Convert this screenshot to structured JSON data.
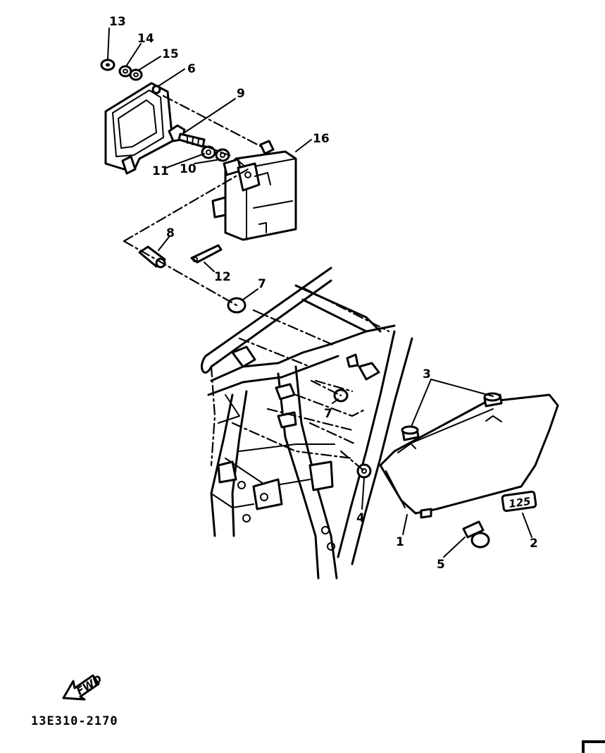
{
  "callouts": [
    {
      "id": "1",
      "label": "1"
    },
    {
      "id": "2",
      "label": "2"
    },
    {
      "id": "3",
      "label": "3"
    },
    {
      "id": "4",
      "label": "4"
    },
    {
      "id": "5",
      "label": "5"
    },
    {
      "id": "6",
      "label": "6"
    },
    {
      "id": "7a",
      "label": "7"
    },
    {
      "id": "7b",
      "label": "7"
    },
    {
      "id": "8",
      "label": "8"
    },
    {
      "id": "9",
      "label": "9"
    },
    {
      "id": "10",
      "label": "10"
    },
    {
      "id": "11",
      "label": "11"
    },
    {
      "id": "12",
      "label": "12"
    },
    {
      "id": "13",
      "label": "13"
    },
    {
      "id": "14",
      "label": "14"
    },
    {
      "id": "15",
      "label": "15"
    },
    {
      "id": "16",
      "label": "16"
    }
  ],
  "emblem_text": "125",
  "fwd_arrow_text": "FWD",
  "diagram_code": "13E310-2170"
}
